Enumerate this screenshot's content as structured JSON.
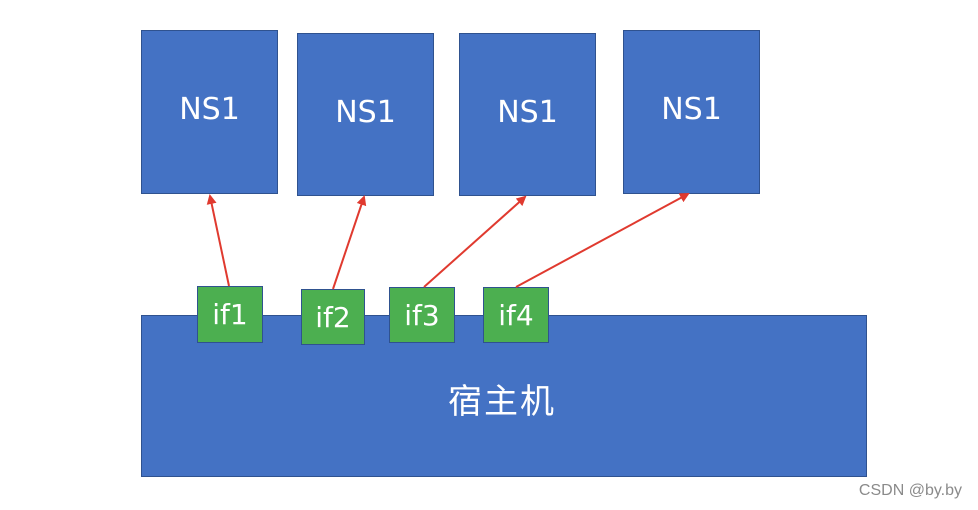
{
  "namespaces": [
    {
      "label": "NS1"
    },
    {
      "label": "NS1"
    },
    {
      "label": "NS1"
    },
    {
      "label": "NS1"
    }
  ],
  "host": {
    "label": "宿主机"
  },
  "interfaces": [
    {
      "label": "if1"
    },
    {
      "label": "if2"
    },
    {
      "label": "if3"
    },
    {
      "label": "if4"
    }
  ],
  "watermark": "CSDN @by.by",
  "colors": {
    "box_fill": "#4472C4",
    "box_border": "#2F528F",
    "interface_fill": "#4CAF50",
    "arrow": "#E03A2F",
    "watermark": "#8a8a8a"
  }
}
